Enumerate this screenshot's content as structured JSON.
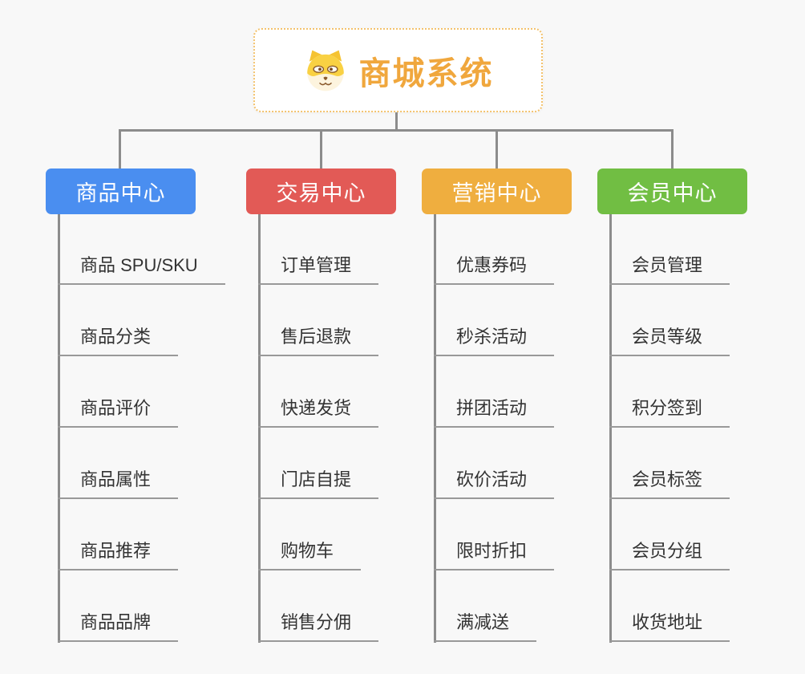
{
  "root": {
    "title": "商城系统",
    "icon": "dog-face-icon"
  },
  "branches": [
    {
      "label": "商品中心",
      "color": "#4A8EF0",
      "items": [
        "商品 SPU/SKU",
        "商品分类",
        "商品评价",
        "商品属性",
        "商品推荐",
        "商品品牌"
      ]
    },
    {
      "label": "交易中心",
      "color": "#E25A56",
      "items": [
        "订单管理",
        "售后退款",
        "快递发货",
        "门店自提",
        "购物车",
        "销售分佣"
      ]
    },
    {
      "label": "营销中心",
      "color": "#EFAE3F",
      "items": [
        "优惠券码",
        "秒杀活动",
        "拼团活动",
        "砍价活动",
        "限时折扣",
        "满减送"
      ]
    },
    {
      "label": "会员中心",
      "color": "#71BE43",
      "items": [
        "会员管理",
        "会员等级",
        "积分签到",
        "会员标签",
        "会员分组",
        "收货地址"
      ]
    }
  ],
  "colors": {
    "background": "#f8f8f8",
    "connector": "#8c8c8c",
    "leaf_line": "#999999",
    "leaf_text": "#333333",
    "root_border": "#f3c26d",
    "root_text": "#f0a73d"
  }
}
